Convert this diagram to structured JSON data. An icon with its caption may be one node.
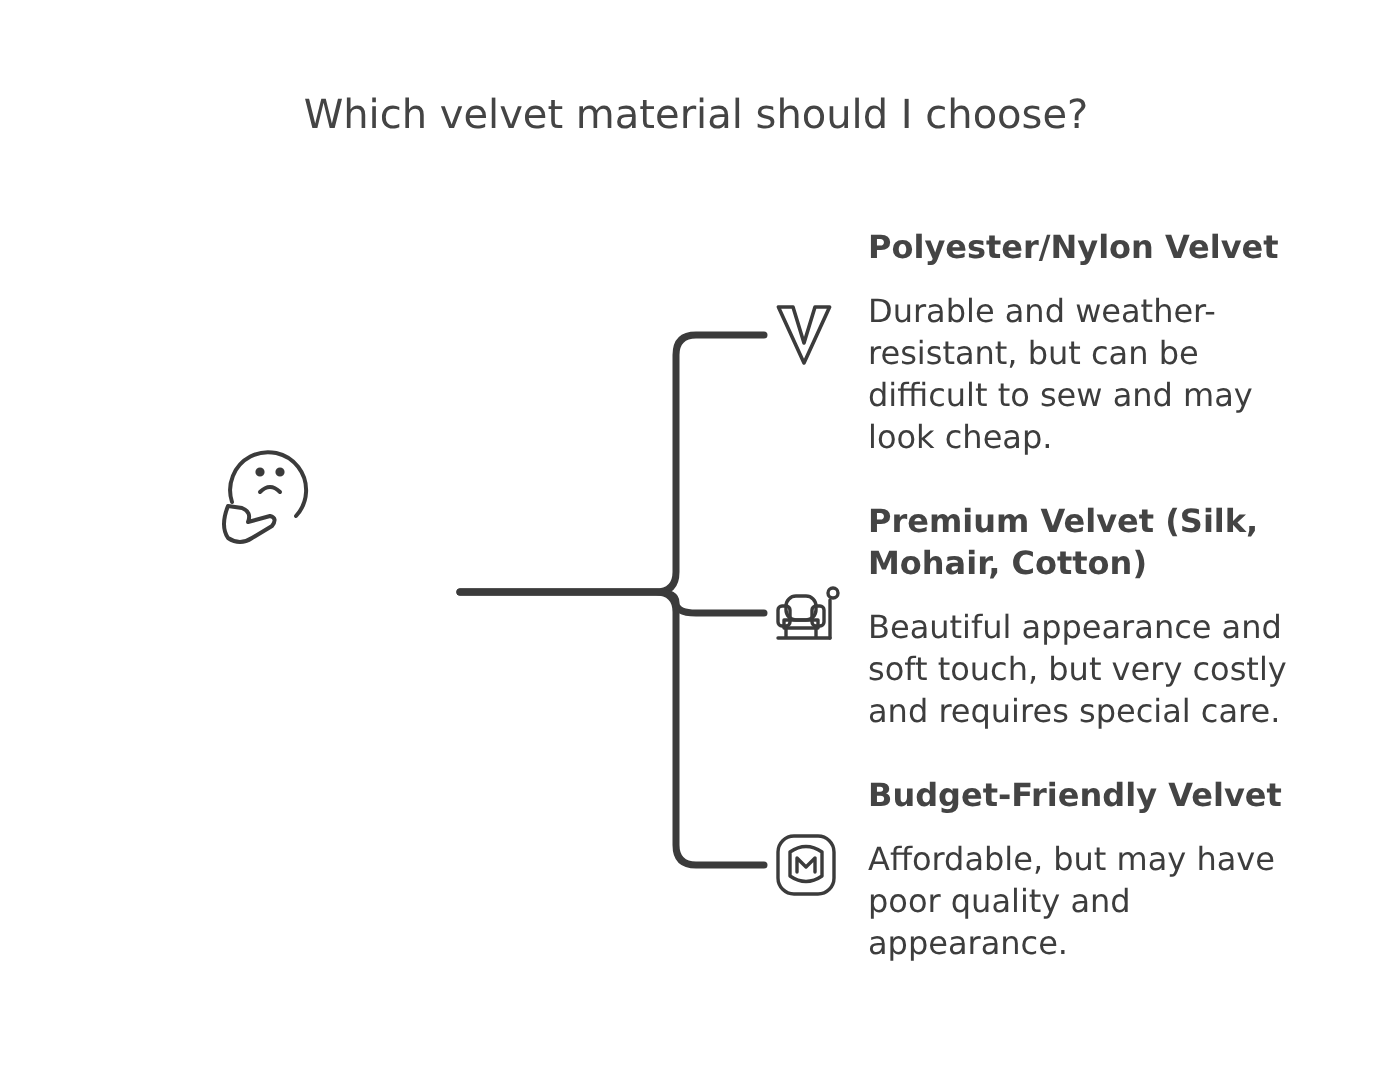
{
  "diagram": {
    "title": "Which velvet material should I choose?",
    "nodes": [
      {
        "text": [
          "Polyester/Nylon Velvet",
          "Durable and weather-resistant, but can be difficult to sew and may look cheap."
        ]
      },
      {
        "text": [
          "Premium Velvet (Silk, Mohair, Cotton)",
          "Beautiful appearance and soft touch, but very costly and requires special care."
        ]
      },
      {
        "text": [
          "Budget-Friendly Velvet",
          "Affordable, but may have poor quality and appearance."
        ]
      }
    ],
    "edges": [
      {
        "from": null,
        "to": 0,
        "arrow": "none"
      },
      {
        "from": null,
        "to": 1,
        "arrow": "none"
      },
      {
        "from": null,
        "to": 2,
        "arrow": "none"
      }
    ]
  }
}
